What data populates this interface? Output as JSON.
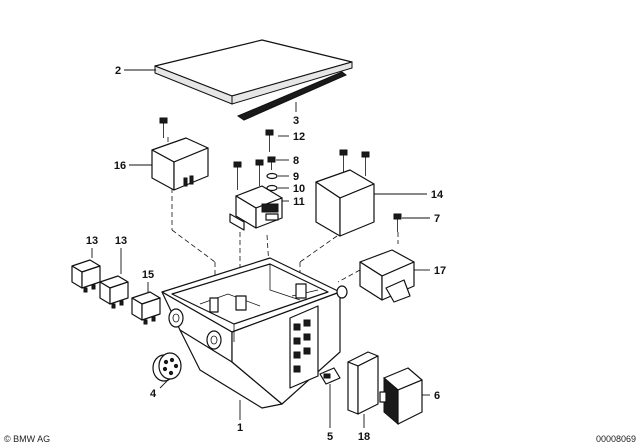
{
  "callouts": {
    "c1": "1",
    "c2": "2",
    "c3": "3",
    "c4": "4",
    "c5": "5",
    "c6": "6",
    "c7": "7",
    "c8": "8",
    "c9": "9",
    "c10": "10",
    "c11": "11",
    "c12": "12",
    "c13a": "13",
    "c13b": "13",
    "c14": "14",
    "c15": "15",
    "c16": "16",
    "c17": "17",
    "c18": "18"
  },
  "footer": {
    "copyright": "© BMW AG",
    "drawing_number": "00008069"
  }
}
